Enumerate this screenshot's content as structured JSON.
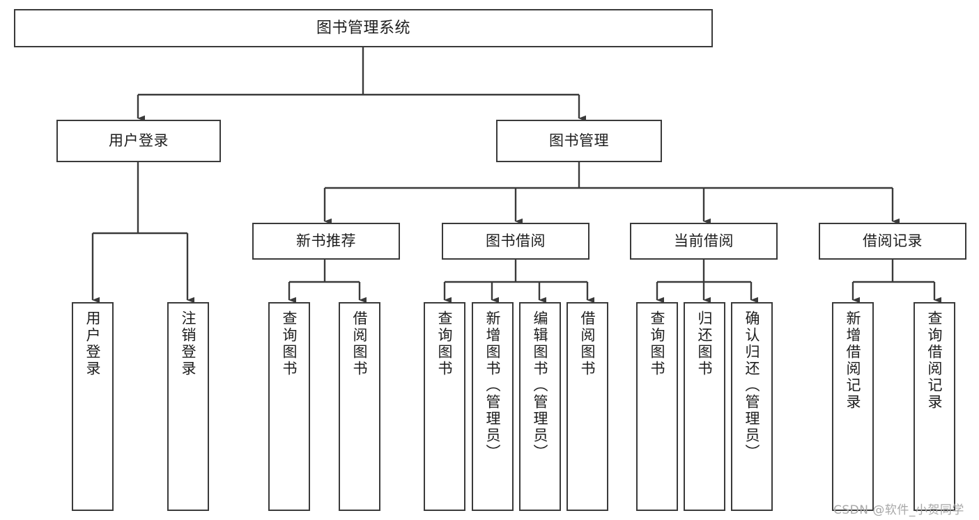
{
  "diagram": {
    "title": "图书管理系统",
    "type": "tree",
    "root": {
      "label": "图书管理系统"
    },
    "level2": [
      {
        "label": "用户登录"
      },
      {
        "label": "图书管理"
      }
    ],
    "level3": [
      {
        "label": "新书推荐",
        "parent": "图书管理"
      },
      {
        "label": "图书借阅",
        "parent": "图书管理"
      },
      {
        "label": "当前借阅",
        "parent": "图书管理"
      },
      {
        "label": "借阅记录",
        "parent": "图书管理"
      }
    ],
    "leaves": [
      {
        "label": "用户登录",
        "parent": "用户登录"
      },
      {
        "label": "注销登录",
        "parent": "用户登录"
      },
      {
        "label": "查询图书",
        "parent": "新书推荐"
      },
      {
        "label": "借阅图书",
        "parent": "新书推荐"
      },
      {
        "label": "查询图书",
        "parent": "图书借阅"
      },
      {
        "label": "新增图书（管理员）",
        "parent": "图书借阅"
      },
      {
        "label": "编辑图书（管理员）",
        "parent": "图书借阅"
      },
      {
        "label": "借阅图书",
        "parent": "图书借阅"
      },
      {
        "label": "查询图书",
        "parent": "当前借阅"
      },
      {
        "label": "归还图书",
        "parent": "当前借阅"
      },
      {
        "label": "确认归还（管理员）",
        "parent": "当前借阅"
      },
      {
        "label": "新增借阅记录",
        "parent": "借阅记录"
      },
      {
        "label": "查询借阅记录",
        "parent": "借阅记录"
      }
    ],
    "colors": {
      "stroke": "#3a3a3a",
      "fill": "#ffffff",
      "text": "#1d1d1d",
      "watermark": "#a8a8a8"
    }
  },
  "watermark": {
    "text": "CSDN @软件_小贺同学"
  }
}
